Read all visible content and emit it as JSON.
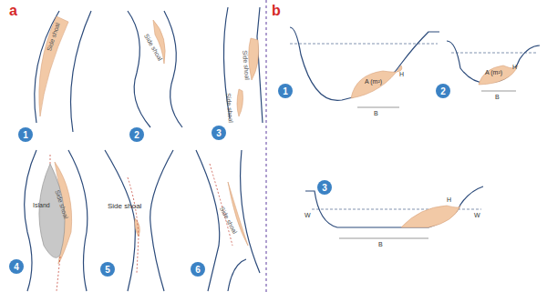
{
  "diagram": {
    "nodes": [
      {
        "text": [
          "1"
        ]
      },
      {
        "text": [
          "2"
        ]
      },
      {
        "text": [
          "3"
        ]
      },
      {
        "text": [
          "4"
        ]
      },
      {
        "text": [
          "5"
        ]
      },
      {
        "text": [
          "6"
        ]
      },
      {
        "text": [
          "1"
        ]
      },
      {
        "text": [
          "2"
        ]
      },
      {
        "text": [
          "3"
        ]
      }
    ],
    "labels": [
      "a",
      "b",
      "Side shoal",
      "Side shoal",
      "Side shoal",
      "Side shoal",
      "Island",
      "Side shoal",
      "Side shoal",
      "Side shoal",
      "A (m²)",
      "H",
      "B",
      "A (m²)",
      "H",
      "B",
      "H",
      "B",
      "W",
      "W"
    ]
  }
}
